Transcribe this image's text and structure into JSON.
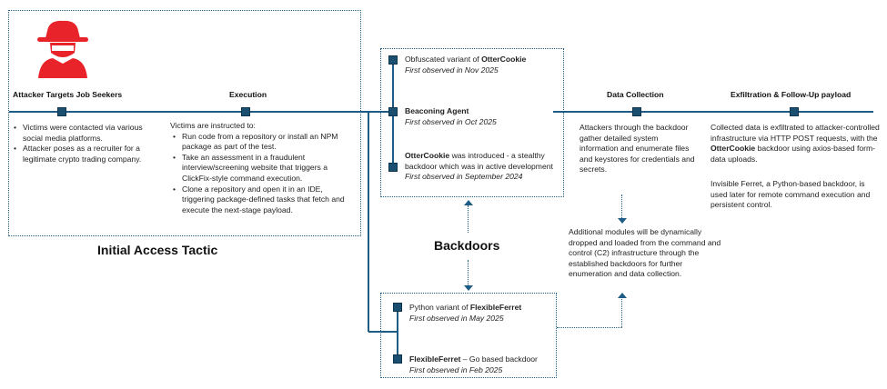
{
  "colors": {
    "line": "#1f5c85",
    "node": "#1b4f6f",
    "icon": "#e8232a"
  },
  "initial_access": {
    "label": "Initial Access Tactic",
    "attacker_icon": "hacker-icon",
    "attacker_header": "Attacker Targets Job Seekers",
    "attacker_bullets": [
      "Victims were contacted via various social media platforms.",
      "Attacker poses as a recruiter for a legitimate crypto trading company."
    ],
    "execution_header": "Execution",
    "execution_intro": "Victims are instructed to:",
    "execution_bullets": [
      "Run code from a repository or install an NPM package as part of the test.",
      "Take an assessment in a fraudulent interview/screening website that triggers a ClickFix-style command execution.",
      "Clone a repository and open it in an IDE, triggering package-defined tasks that fetch and execute the next-stage payload."
    ]
  },
  "backdoors": {
    "label": "Backdoors",
    "top": [
      {
        "pre": "Obfuscated variant of ",
        "bold": "OtterCookie",
        "post": "",
        "observed": "First observed in Nov 2025"
      },
      {
        "pre": "",
        "bold": "Beaconing Agent",
        "post": "",
        "observed": "First observed in Oct 2025"
      },
      {
        "pre": "",
        "bold": "OtterCookie",
        "post": " was introduced - a stealthy backdoor which was in active development",
        "observed": "First observed in September 2024"
      }
    ],
    "bottom": [
      {
        "pre": "Python variant of ",
        "bold": "FlexibleFerret",
        "post": "",
        "observed": "First observed in May 2025"
      },
      {
        "pre": "",
        "bold": "FlexibleFerret",
        "post": " – Go based backdoor",
        "observed": "First observed in Feb 2025"
      }
    ]
  },
  "data_collection": {
    "header": "Data Collection",
    "text": "Attackers through the backdoor gather detailed system information and enumerate files and keystores for credentials and secrets.",
    "modules_text": "Additional modules will be dynamically dropped and loaded from the command and control (C2) infrastructure through the established backdoors for further enumeration and data collection."
  },
  "exfiltration": {
    "header": "Exfiltration & Follow-Up payload",
    "text_pre": "Collected data is exfiltrated to attacker-controlled infrastructure via HTTP POST requests, with the ",
    "text_bold": "OtterCookie",
    "text_post": " backdoor using axios-based form-data uploads.",
    "text2": "Invisible Ferret, a Python-based backdoor, is used later for remote command execution and persistent control."
  }
}
